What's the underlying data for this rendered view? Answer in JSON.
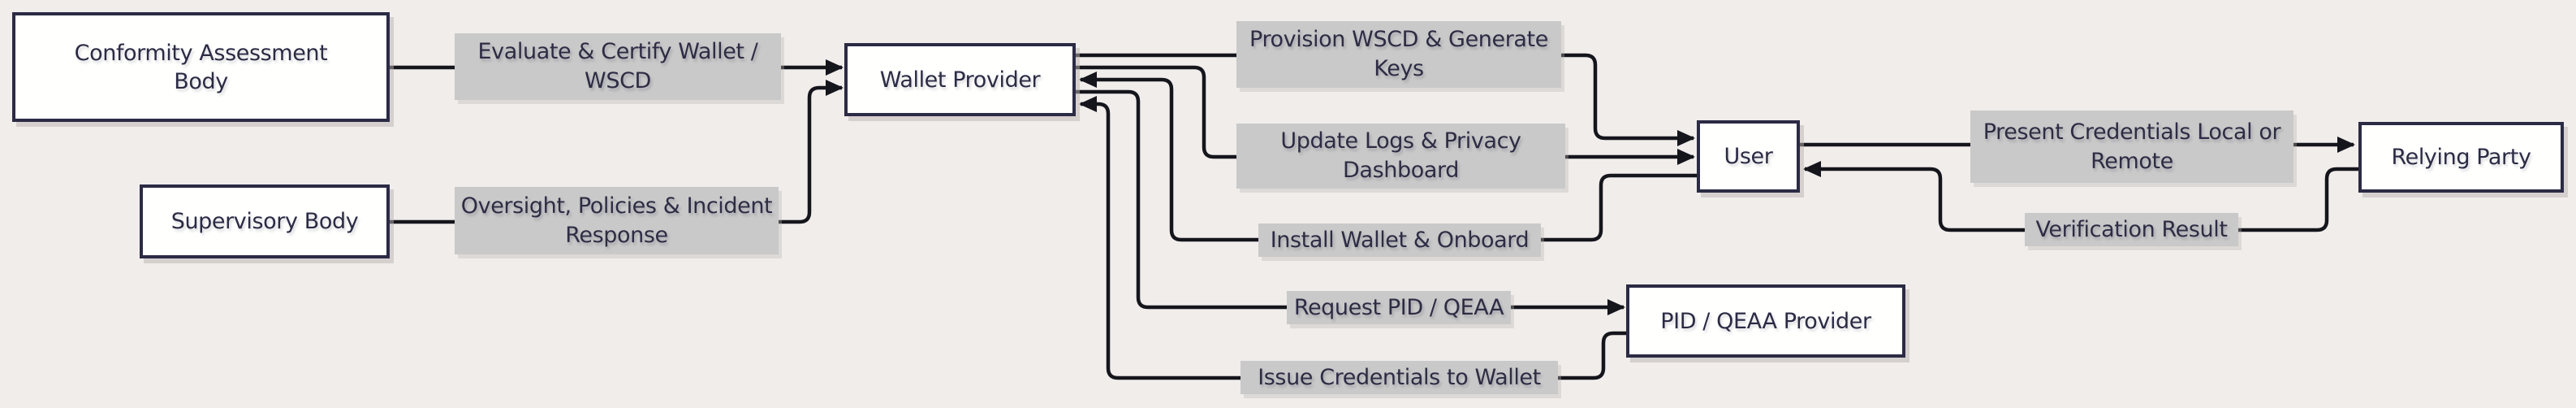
{
  "diagram": {
    "type": "flow-diagram",
    "colors": {
      "background": "#f0edeb",
      "node_fill": "#fffffe",
      "node_border": "#2b2b45",
      "edge_label_bg": "#c9c9c9",
      "text": "#2b2b45",
      "line": "#15151c"
    },
    "nodes": [
      {
        "id": "conformity-assessment-body",
        "label": "Conformity Assessment Body"
      },
      {
        "id": "supervisory-body",
        "label": "Supervisory Body"
      },
      {
        "id": "wallet-provider",
        "label": "Wallet Provider"
      },
      {
        "id": "user",
        "label": "User"
      },
      {
        "id": "pid-qeaa-provider",
        "label": "PID / QEAA Provider"
      },
      {
        "id": "relying-party",
        "label": "Relying Party"
      }
    ],
    "edges": [
      {
        "from": "Conformity Assessment Body",
        "to": "Wallet Provider",
        "label": "Evaluate & Certify Wallet / WSCD"
      },
      {
        "from": "Supervisory Body",
        "to": "Wallet Provider",
        "label": "Oversight, Policies & Incident Response"
      },
      {
        "from": "Wallet Provider",
        "to": "User",
        "label": "Provision WSCD & Generate Keys"
      },
      {
        "from": "Wallet Provider",
        "to": "User",
        "label": "Update Logs & Privacy Dashboard"
      },
      {
        "from": "User",
        "to": "Wallet Provider",
        "label": "Install Wallet & Onboard"
      },
      {
        "from": "Wallet Provider",
        "to": "PID / QEAA Provider",
        "label": "Request PID / QEAA"
      },
      {
        "from": "PID / QEAA Provider",
        "to": "Wallet Provider",
        "label": "Issue Credentials to Wallet"
      },
      {
        "from": "User",
        "to": "Relying Party",
        "label": "Present Credentials Local or Remote"
      },
      {
        "from": "Relying Party",
        "to": "User",
        "label": "Verification Result"
      }
    ]
  }
}
